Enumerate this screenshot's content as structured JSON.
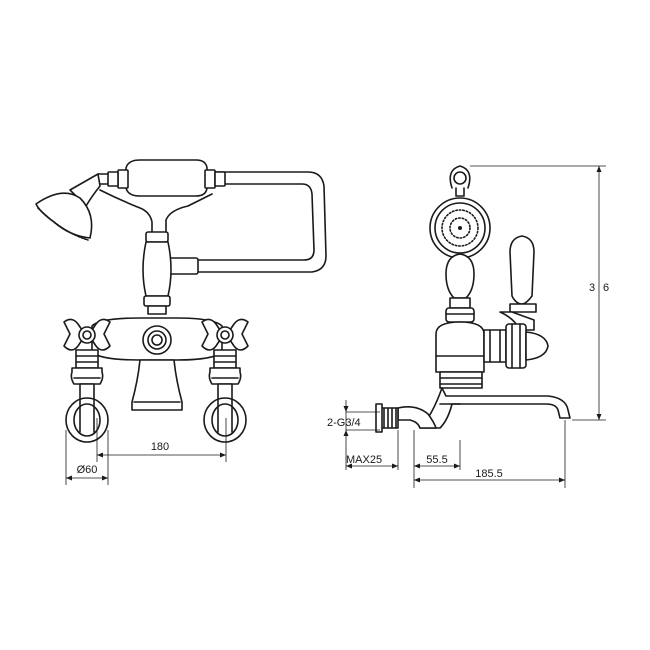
{
  "dimensions": {
    "center_distance": "180",
    "wall_plate_diameter": "Ø60",
    "thread": "2-G3/4",
    "max_projection": "MAX25",
    "inlet_offset": "55.5",
    "spout_reach": "185.5",
    "height": "3",
    "height_suffix": "6"
  },
  "colors": {
    "line": "#1a1a1a",
    "background": "#ffffff"
  }
}
